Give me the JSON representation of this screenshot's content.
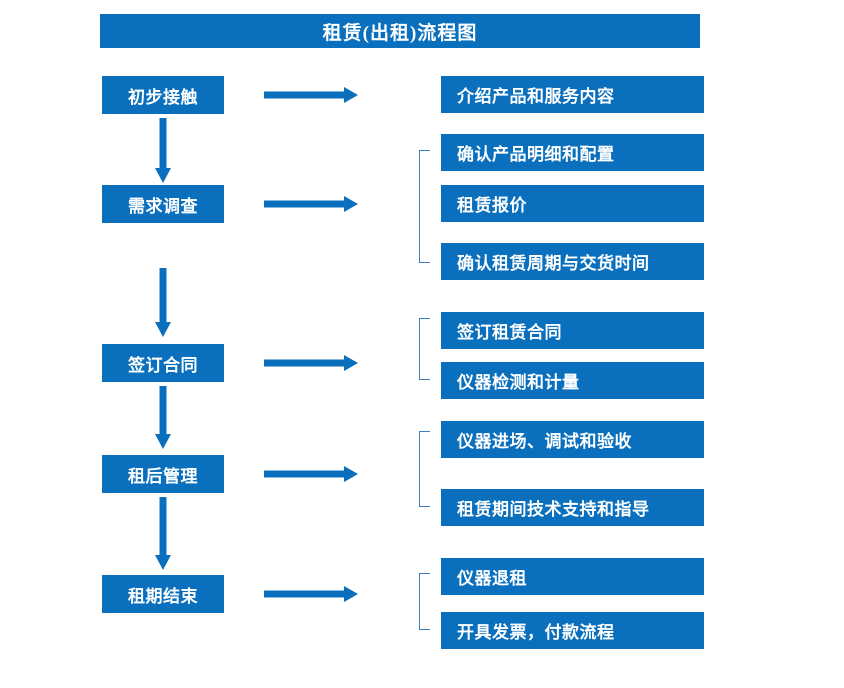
{
  "chart_data": {
    "type": "diagram",
    "title": "租赁(出租)流程图",
    "diagram_kind": "flowchart",
    "orientation": "vertical-with-branches",
    "stages": [
      {
        "id": "s1",
        "label": "初步接触",
        "details": [
          "介绍产品和服务内容"
        ]
      },
      {
        "id": "s2",
        "label": "需求调查",
        "details": [
          "确认产品明细和配置",
          "租赁报价",
          "确认租赁周期与交货时间"
        ]
      },
      {
        "id": "s3",
        "label": "签订合同",
        "details": [
          "签订租赁合同",
          "仪器检测和计量"
        ]
      },
      {
        "id": "s4",
        "label": "租后管理",
        "details": [
          "仪器进场、调试和验收",
          "租赁期间技术支持和指导"
        ]
      },
      {
        "id": "s5",
        "label": "租期结束",
        "details": [
          "仪器退租",
          "开具发票，付款流程"
        ]
      }
    ]
  },
  "header": {
    "title": "租赁(出租)流程图"
  },
  "stages": {
    "stage1": "初步接触",
    "stage2": "需求调查",
    "stage3": "签订合同",
    "stage4": "租后管理",
    "stage5": "租期结束"
  },
  "details": {
    "d1": "介绍产品和服务内容",
    "d2": "确认产品明细和配置",
    "d3": "租赁报价",
    "d4": "确认租赁周期与交货时间",
    "d5": "签订租赁合同",
    "d6": "仪器检测和计量",
    "d7": "仪器进场、调试和验收",
    "d8": "租赁期间技术支持和指导",
    "d9": "仪器退租",
    "d10": "开具发票，付款流程"
  },
  "colors": {
    "box_fill": "#0a70be",
    "arrow": "#0a70be",
    "bracket": "#3d7fbd",
    "text": "#ffffff",
    "background": "#ffffff"
  }
}
